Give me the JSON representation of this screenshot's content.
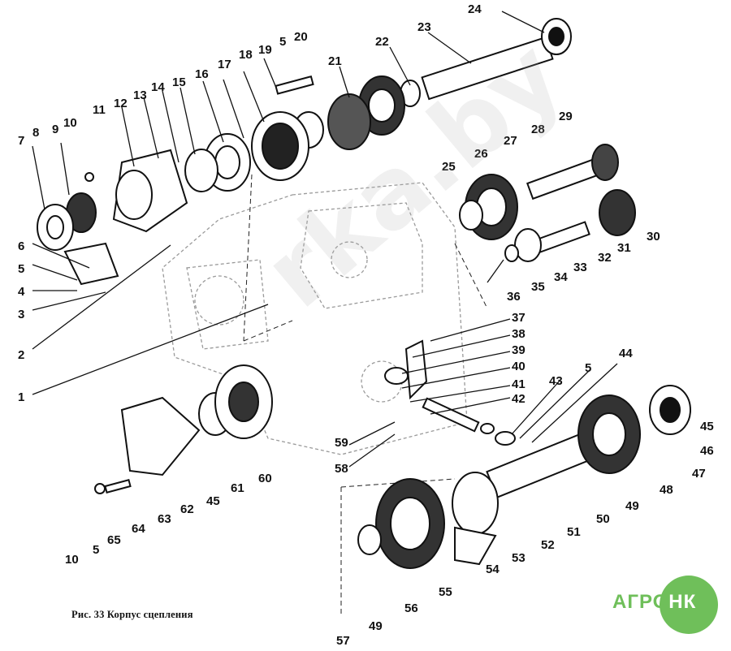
{
  "figure": {
    "caption": "Рис. 33 Корпус сцепления",
    "logo": {
      "left": "АГРО",
      "right": "НК",
      "green": "#6fbf5a"
    },
    "watermark": "rka.by",
    "callouts": [
      "24",
      "23",
      "22",
      "21",
      "19",
      "5",
      "20",
      "18",
      "17",
      "16",
      "15",
      "14",
      "13",
      "12",
      "11",
      "10",
      "9",
      "8",
      "7",
      "6",
      "5",
      "4",
      "3",
      "2",
      "1",
      "25",
      "26",
      "27",
      "28",
      "29",
      "30",
      "31",
      "32",
      "33",
      "34",
      "35",
      "36",
      "37",
      "38",
      "39",
      "40",
      "41",
      "42",
      "43",
      "5",
      "44",
      "45",
      "46",
      "47",
      "48",
      "49",
      "50",
      "51",
      "52",
      "53",
      "54",
      "55",
      "56",
      "49",
      "57",
      "59",
      "58",
      "60",
      "61",
      "45",
      "62",
      "63",
      "64",
      "65",
      "5",
      "10"
    ]
  }
}
